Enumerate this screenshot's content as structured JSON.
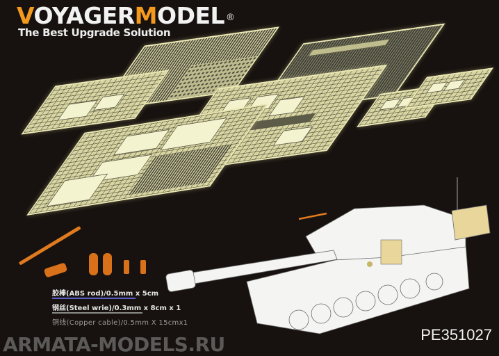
{
  "brand": {
    "logo_prefix_accent": "V",
    "logo_part1": "OYAGER",
    "logo_accent2": "M",
    "logo_part2": "ODEL",
    "registered": "®",
    "tagline": "The Best Upgrade Solution",
    "accent_color": "#f39a1e"
  },
  "product": {
    "code": "PE351027",
    "image_semantics": [
      "photo-etched-brass-sheets",
      "orange-resin-parts",
      "self-propelled-howitzer-line-drawing"
    ]
  },
  "materials": [
    {
      "label": "胶棒(ABS rod)/0.5mm x 5cm",
      "underline_color": "#5b5fc7"
    },
    {
      "label": "钢丝(Steel wrie)/0.3mm x 8cm x 1",
      "underline_color": "#8a8a8a"
    },
    {
      "label": "铜线(Copper cable)/0.5mm  X 15cmx1",
      "underline_color": ""
    }
  ],
  "watermark": "ARMATA-MODELS.RU",
  "colors": {
    "background": "#17120f",
    "brass": "#d9d6a4",
    "resin": "#e07a1e"
  }
}
